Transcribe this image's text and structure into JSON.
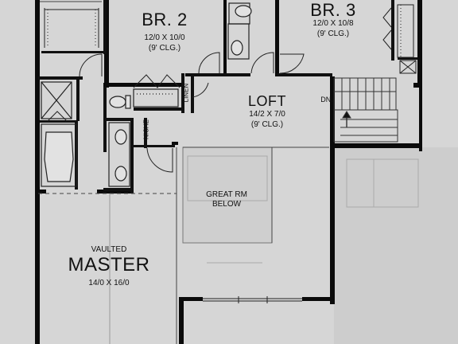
{
  "rooms": {
    "br2": {
      "name": "BR. 2",
      "dims": "12/0 X 10/0",
      "ceiling": "(9' CLG.)"
    },
    "br3": {
      "name": "BR. 3",
      "dims": "12/0 X 10/8",
      "ceiling": "(9' CLG.)"
    },
    "loft": {
      "name": "LOFT",
      "dims": "14/2 X 7/0",
      "ceiling": "(9' CLG.)"
    },
    "great_rm": {
      "line1": "GREAT RM",
      "line2": "BELOW"
    },
    "master": {
      "prefix": "VAULTED",
      "name": "MASTER",
      "dims": "14/0 X 16/0"
    }
  },
  "labels": {
    "linen": "LINEN",
    "niche": "NICHE",
    "stairs_down": "DN."
  },
  "colors": {
    "paper": "#d6d6d6",
    "wall": "#0b0b0b",
    "below_floor": "#c4c4c4"
  }
}
